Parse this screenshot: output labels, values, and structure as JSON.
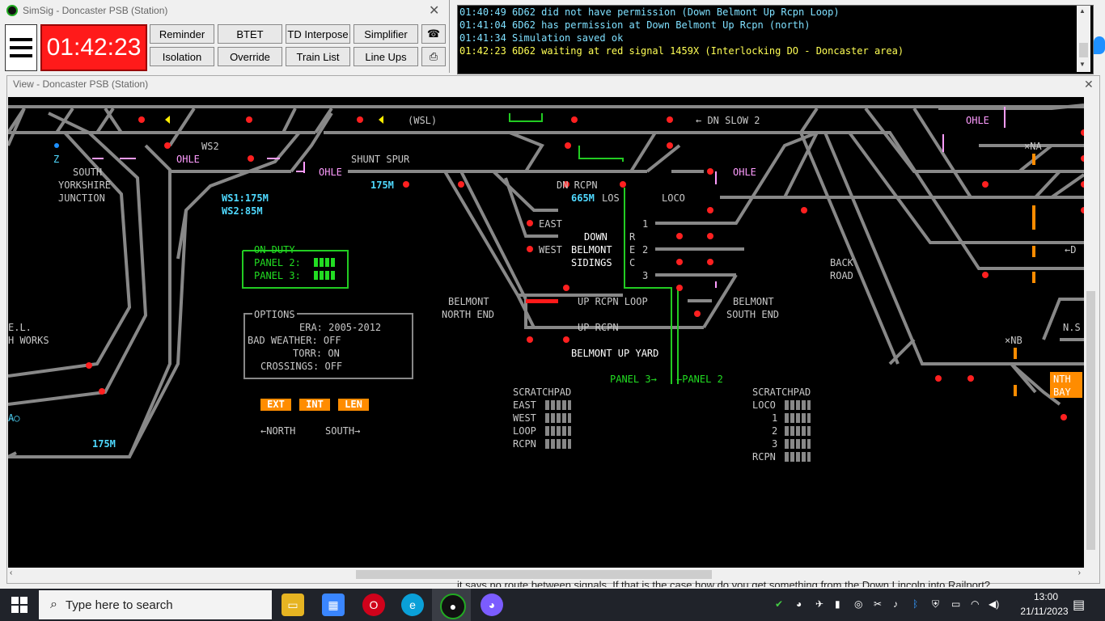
{
  "top_window": {
    "title": "SimSig - Doncaster PSB (Station)",
    "clock": "01:42:23",
    "buttons": {
      "reminder": "Reminder",
      "btet": "BTET",
      "td_interpose": "TD Interpose",
      "simplifier": "Simplifier",
      "isolation": "Isolation",
      "override": "Override",
      "train_list": "Train List",
      "line_ups": "Line Ups"
    }
  },
  "messages": [
    {
      "text": "01:40:49 6D62 did not have permission (Down Belmont Up Rcpn Loop)",
      "color": "#7fe0ff"
    },
    {
      "text": "01:41:04 6D62 has permission at Down Belmont Up Rcpn (north)",
      "color": "#7fe0ff"
    },
    {
      "text": "01:41:34 Simulation saved ok",
      "color": "#7fe0ff"
    },
    {
      "text": "01:42:23 6D62 waiting at red signal 1459X (Interlocking DO - Doncaster area)",
      "color": "#ffff55"
    }
  ],
  "view_window": {
    "title": "View - Doncaster PSB (Station)"
  },
  "panel": {
    "labels": {
      "south_yorkshire": "SOUTH",
      "south_yorkshire2": "YORKSHIRE",
      "south_yorkshire3": "JUNCTION",
      "ws2": "WS2",
      "wsl": "(WSL)",
      "dn_slow_2": "DN SLOW 2",
      "shunt_spur": "SHUNT SPUR",
      "dn_rcpn": "DN RCPN",
      "los": "LOS",
      "loco": "LOCO",
      "east": "EAST",
      "west": "WEST",
      "down": "DOWN",
      "belmont": "BELMONT",
      "sidings": "SIDINGS",
      "rec_r": "R",
      "rec_e": "E",
      "rec_c": "C",
      "road1": "1",
      "road2": "2",
      "road3": "3",
      "back": "BACK",
      "road": "ROAD",
      "belmont_north": "BELMONT",
      "north_end": "NORTH END",
      "belmont_south": "BELMONT",
      "south_end": "SOUTH END",
      "up_rcpn_loop": "UP RCPN LOOP",
      "up_rcpn": "UP RCPN",
      "belmont_up_yard": "BELMONT UP YARD",
      "el": "E.L.",
      "h_works": "H WORKS",
      "z": "Z",
      "ao": "A○",
      "na": "×NA",
      "nb": "×NB",
      "ns": "N.S",
      "dn_right": "←D",
      "nth": "NTH",
      "bay": "BAY"
    },
    "distances": {
      "ws1": "WS1:175M",
      "ws2": "WS2:85M",
      "spur": "175M",
      "dn_rcpn": "665M",
      "left": "175M"
    },
    "ohle": "OHLE",
    "on_duty": {
      "title": "ON DUTY",
      "panel2": "PANEL 2:",
      "panel3": "PANEL 3:"
    },
    "options": {
      "title": "OPTIONS",
      "era": "ERA: 2005-2012",
      "bad_weather": "BAD WEATHER: OFF",
      "torr": "TORR: ON",
      "crossings": "CROSSINGS: OFF"
    },
    "buttons": {
      "ext": "EXT",
      "int": "INT",
      "len": "LEN"
    },
    "north": "←NORTH",
    "south": "SOUTH→",
    "panel3_boundary": "PANEL 3→",
    "panel2_boundary": "←PANEL 2",
    "scratchpad_left": {
      "title": "SCRATCHPAD",
      "rows": [
        "EAST",
        "WEST",
        "LOOP",
        "RCPN"
      ]
    },
    "scratchpad_right": {
      "title": "SCRATCHPAD",
      "rows": [
        "LOCO",
        "1",
        "2",
        "3",
        "RCPN"
      ]
    }
  },
  "behind_text": "it says no route between signals. If that is the case how do you get something from the Down Lincoln into Railport?",
  "taskbar": {
    "search_placeholder": "Type here to search",
    "time": "13:00",
    "date": "21/11/2023"
  }
}
